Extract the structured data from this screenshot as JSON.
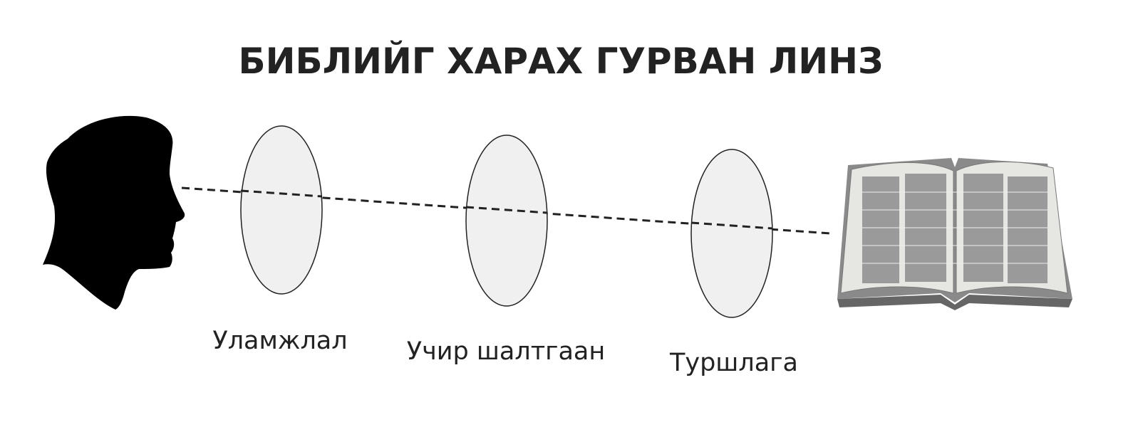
{
  "title": "БИБЛИЙГ ХАРАХ ГУРВАН ЛИНЗ",
  "lenses": [
    {
      "label": "Уламжлал"
    },
    {
      "label": "Учир шалтгаан"
    },
    {
      "label": "Туршлага"
    }
  ],
  "colors": {
    "text": "#222222",
    "lens_fill": "#f0f0f0",
    "silhouette": "#000000"
  }
}
